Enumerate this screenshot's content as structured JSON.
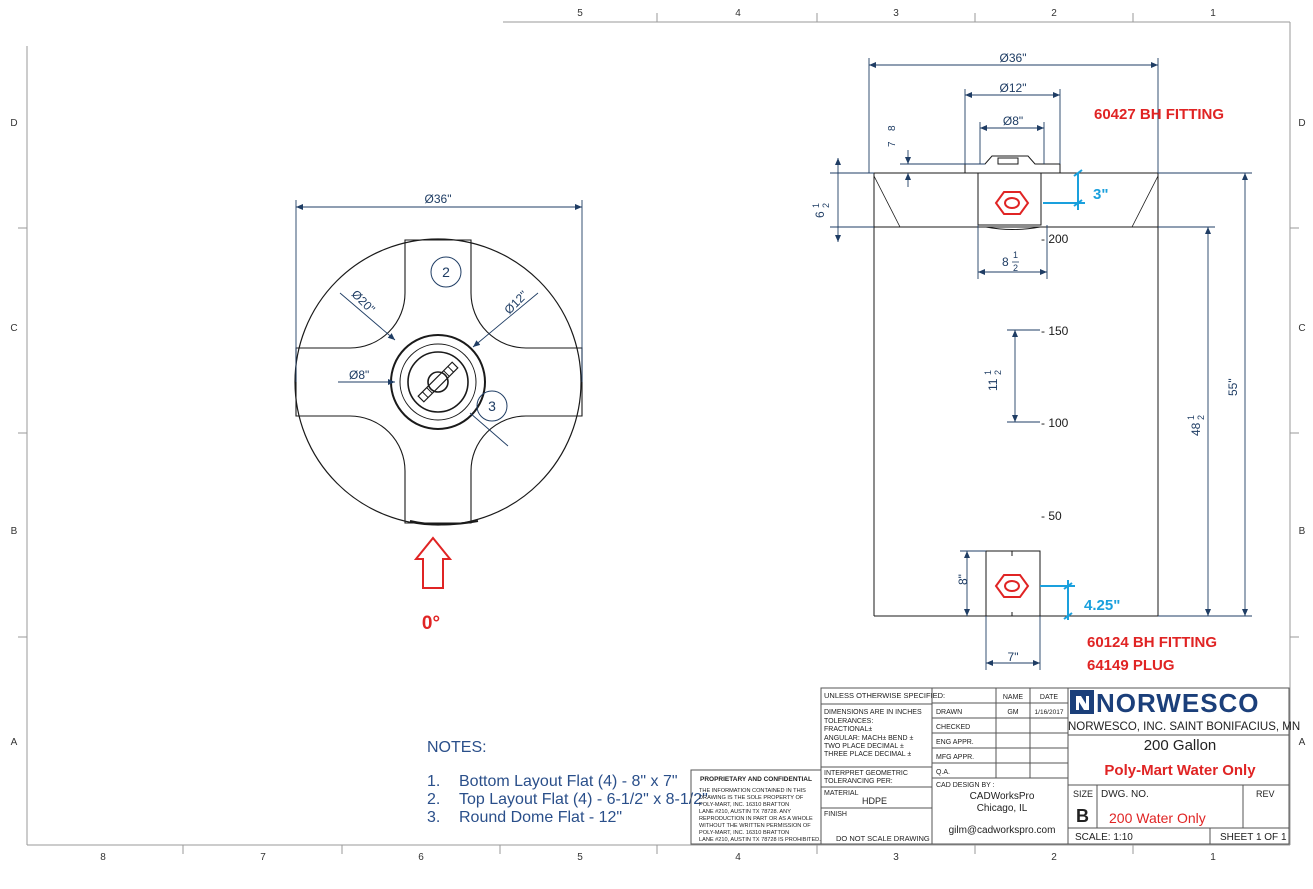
{
  "border": {
    "top_zones": [
      "5",
      "4",
      "3",
      "2",
      "1"
    ],
    "bottom_zones": [
      "8",
      "7",
      "6",
      "5",
      "4",
      "3",
      "2",
      "1"
    ],
    "side_rows": [
      "D",
      "C",
      "B",
      "A"
    ]
  },
  "top_view": {
    "outer_dia": "Ø36\"",
    "dia_20": "Ø20\"",
    "dia_12": "Ø12\"",
    "dia_8": "Ø8\"",
    "callout_2": "2",
    "callout_3": "3",
    "zero_label": "0°"
  },
  "side_view": {
    "dia_36": "Ø36\"",
    "dia_12": "Ø12\"",
    "dia_8": "Ø8\"",
    "top_fitting_label": "60427 BH FITTING",
    "bottom_fitting_label_1": "60124 BH FITTING",
    "bottom_fitting_label_2": "64149 PLUG",
    "dim_3": "3\"",
    "dim_425": "4.25\"",
    "dim_7_8_num": "7",
    "dim_7_8_den": "8",
    "dim_6_whole": "6",
    "dim_6_num": "1",
    "dim_6_den": "2",
    "dim_8_whole": "8",
    "dim_8_num": "1",
    "dim_8_den": "2",
    "dim_11_whole": "11",
    "dim_11_num": "1",
    "dim_11_den": "2",
    "dim_48_whole": "48",
    "dim_48_num": "1",
    "dim_48_den": "2",
    "dim_55": "55\"",
    "dim_8in": "8\"",
    "dim_7in": "7\"",
    "gal_200": "- 200",
    "gal_150": "- 150",
    "gal_100": "- 100",
    "gal_50": "- 50"
  },
  "notes": {
    "heading": "NOTES:",
    "items": [
      {
        "num": "1.",
        "text": "Bottom Layout Flat (4) - 8\" x 7\""
      },
      {
        "num": "2.",
        "text": "Top Layout Flat (4) - 6-1/2\" x 8-1/2\""
      },
      {
        "num": "3.",
        "text": "Round Dome Flat - 12\""
      }
    ]
  },
  "title_block": {
    "unless": "UNLESS OTHERWISE SPECIFIED:",
    "dims_inches": "DIMENSIONS ARE IN INCHES",
    "tolerances": "TOLERANCES:",
    "fractional": "FRACTIONAL±",
    "angular": "ANGULAR: MACH±    BEND ±",
    "two_place": "TWO PLACE DECIMAL   ±",
    "three_place": "THREE PLACE DECIMAL  ±",
    "interpret": "INTERPRET GEOMETRIC",
    "tolerancing": "TOLERANCING PER:",
    "material_label": "MATERIAL",
    "material_value": "HDPE",
    "finish_label": "FINISH",
    "do_not_scale": "DO NOT SCALE DRAWING",
    "proprietary_title": "PROPRIETARY AND CONFIDENTIAL",
    "proprietary_lines": [
      "THE INFORMATION CONTAINED IN THIS",
      "DRAWING IS THE SOLE PROPERTY OF",
      "POLY-MART, INC. 16310 BRATTON",
      "LANE #210, AUSTIN TX 78728.  ANY",
      "REPRODUCTION IN PART OR AS A WHOLE",
      "WITHOUT THE WRITTEN PERMISSION OF",
      "POLY-MART, INC. 16310 BRATTON",
      "LANE #210, AUSTIN TX 78728 IS PROHIBITED."
    ],
    "name_header": "NAME",
    "date_header": "DATE",
    "drawn": "DRAWN",
    "drawn_name": "GM",
    "drawn_date": "1/16/2017",
    "checked": "CHECKED",
    "eng_appr": "ENG APPR.",
    "mfg_appr": "MFG APPR.",
    "qa": "Q.A.",
    "cad_design": "CAD DESIGN BY :",
    "cad_company": "CADWorksPro",
    "cad_city": "Chicago, IL",
    "cad_email": "gilm@cadworkspro.com",
    "brand": "NORWESCO",
    "company": "NORWESCO, INC.  SAINT BONIFACIUS, MN",
    "title": "200 Gallon",
    "subtitle": "Poly-Mart Water Only",
    "size_label": "SIZE",
    "size_value": "B",
    "dwg_no_label": "DWG.  NO.",
    "dwg_no_value": "200 Water Only",
    "rev_label": "REV",
    "scale": "SCALE: 1:10",
    "sheet": "SHEET 1 OF 1"
  },
  "colors": {
    "line": "#1a1a1a",
    "dim": "#1f3d64",
    "cyan": "#1aa0dd",
    "red": "#e02424",
    "navy_brand": "#1b3f7a"
  }
}
